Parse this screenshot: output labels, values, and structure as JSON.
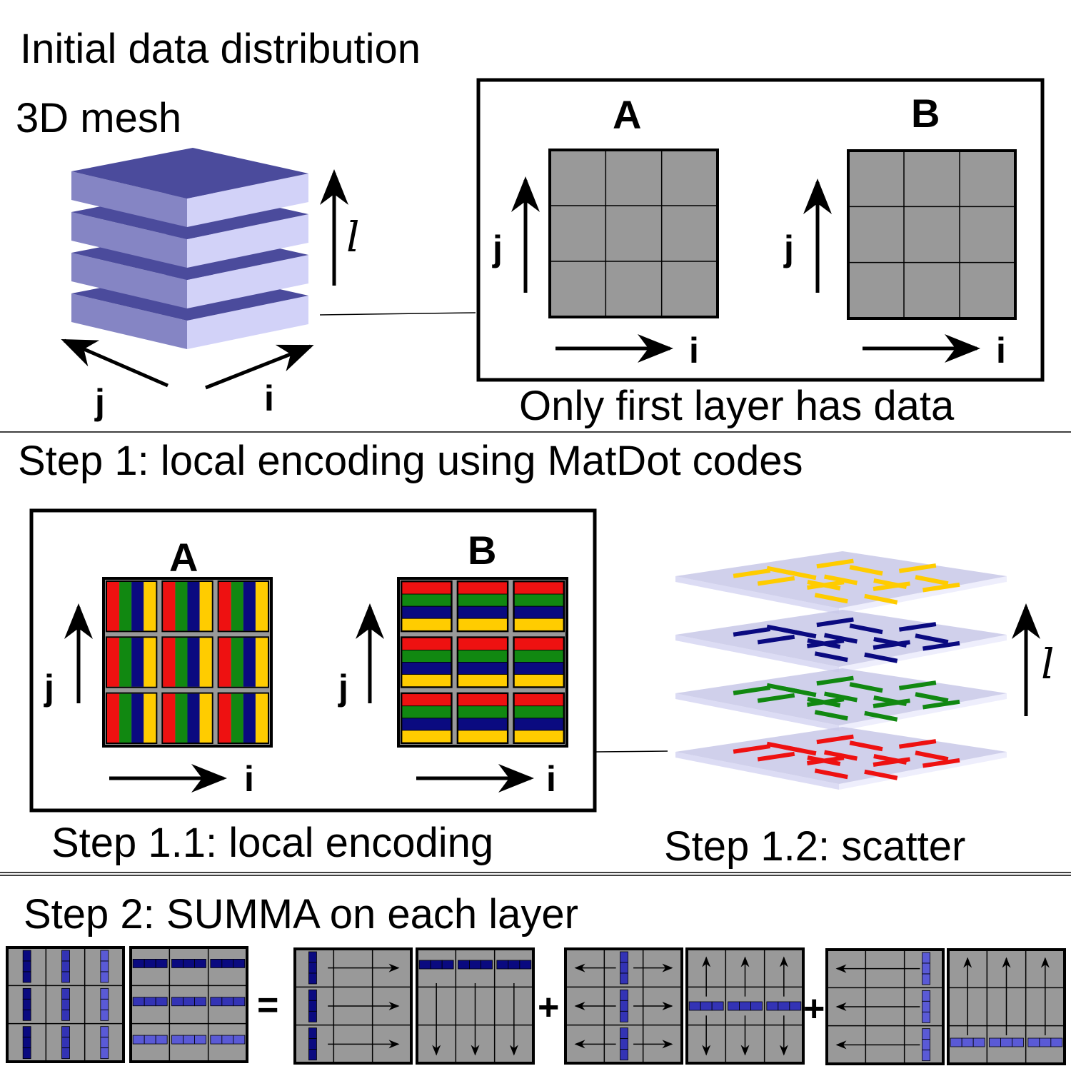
{
  "header": {
    "title": "Initial data distribution",
    "mesh_label": "3D mesh",
    "axis_j": "j",
    "axis_i": "i",
    "axis_l": "l",
    "matrix_a": "A",
    "matrix_b": "B",
    "caption": "Only first layer has data"
  },
  "step1": {
    "title": "Step 1: local encoding using MatDot codes",
    "matrix_a": "A",
    "matrix_b": "B",
    "axis_j": "j",
    "axis_i": "i",
    "axis_l": "l",
    "sub1_caption": "Step 1.1: local encoding",
    "sub2_caption": "Step 1.2: scatter"
  },
  "step2": {
    "title": "Step 2: SUMMA on each layer",
    "equals": "=",
    "plus": "+"
  },
  "colors": {
    "grid_gray": "#999999",
    "slab_top": "#4b4b9c",
    "slab_left": "#8585c4",
    "slab_right": "#d2d2f8",
    "code_red": "#ee1111",
    "code_green": "#118811",
    "code_navy": "#0a0a80",
    "code_yellow": "#ffcc00",
    "block_dark": "#0a0a80",
    "block_mid": "#3333b5",
    "block_light": "#5a5ad6",
    "layer_fill": "#c8c8e8"
  }
}
